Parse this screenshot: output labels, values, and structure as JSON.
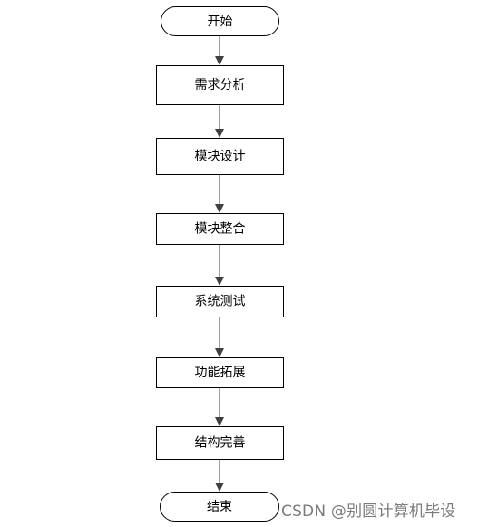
{
  "flowchart": {
    "start": "开始",
    "steps": [
      "需求分析",
      "模块设计",
      "模块整合",
      "系统测试",
      "功能拓展",
      "结构完善"
    ],
    "end": "结束"
  },
  "watermark": "CSDN @别圆计算机毕设",
  "colors": {
    "stroke": "#000000",
    "connector": "#404040",
    "node_fill": "#ffffff",
    "watermark": "#7b7b7b"
  }
}
